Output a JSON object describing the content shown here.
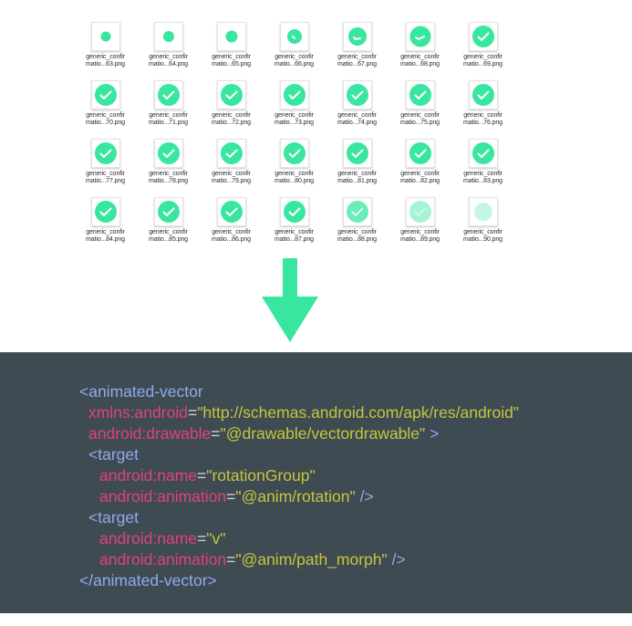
{
  "colors": {
    "accent": "#39e6a0",
    "panel": "#3f4b52",
    "tag": "#8fa9ee",
    "attribute": "#e0427a",
    "value": "#c6c63c"
  },
  "files": [
    {
      "label1": "generic_confir",
      "label2": "matio...63.png",
      "stage": 0
    },
    {
      "label1": "generic_confir",
      "label2": "matio...64.png",
      "stage": 1
    },
    {
      "label1": "generic_confir",
      "label2": "matio...65.png",
      "stage": 2
    },
    {
      "label1": "generic_confir",
      "label2": "matio...66.png",
      "stage": 3
    },
    {
      "label1": "generic_confir",
      "label2": "matio...67.png",
      "stage": 4
    },
    {
      "label1": "generic_confir",
      "label2": "matio...68.png",
      "stage": 5
    },
    {
      "label1": "generic_confir",
      "label2": "matio...69.png",
      "stage": 6
    },
    {
      "label1": "generic_confir",
      "label2": "matio...70.png",
      "stage": 7
    },
    {
      "label1": "generic_confir",
      "label2": "matio...71.png",
      "stage": 7
    },
    {
      "label1": "generic_confir",
      "label2": "matio...72.png",
      "stage": 7
    },
    {
      "label1": "generic_confir",
      "label2": "matio...73.png",
      "stage": 7
    },
    {
      "label1": "generic_confir",
      "label2": "matio...74.png",
      "stage": 7
    },
    {
      "label1": "generic_confir",
      "label2": "matio...75.png",
      "stage": 7
    },
    {
      "label1": "generic_confir",
      "label2": "matio...76.png",
      "stage": 7
    },
    {
      "label1": "generic_confir",
      "label2": "matio...77.png",
      "stage": 7
    },
    {
      "label1": "generic_confir",
      "label2": "matio...78.png",
      "stage": 7
    },
    {
      "label1": "generic_confir",
      "label2": "matio...79.png",
      "stage": 7
    },
    {
      "label1": "generic_confir",
      "label2": "matio...80.png",
      "stage": 7
    },
    {
      "label1": "generic_confir",
      "label2": "matio...81.png",
      "stage": 7
    },
    {
      "label1": "generic_confir",
      "label2": "matio...82.png",
      "stage": 7
    },
    {
      "label1": "generic_confir",
      "label2": "matio...83.png",
      "stage": 7
    },
    {
      "label1": "generic_confir",
      "label2": "matio...84.png",
      "stage": 7
    },
    {
      "label1": "generic_confir",
      "label2": "matio...85.png",
      "stage": 7
    },
    {
      "label1": "generic_confir",
      "label2": "matio...86.png",
      "stage": 7
    },
    {
      "label1": "generic_confir",
      "label2": "matio...87.png",
      "stage": 7
    },
    {
      "label1": "generic_confir",
      "label2": "matio...88.png",
      "stage": 8
    },
    {
      "label1": "generic_confir",
      "label2": "matio...89.png",
      "stage": 9
    },
    {
      "label1": "generic_confir",
      "label2": "matio...90.png",
      "stage": 10
    }
  ],
  "code": {
    "open_tag": "<animated-vector",
    "ns_attr": "xmlns:android",
    "ns_value": "\"http://schemas.android.com/apk/res/android\"",
    "drawable_attr": "android:drawable",
    "drawable_value": "\"@drawable/vectordrawable\"",
    "tag_close": " >",
    "target1_tag": "<target",
    "target1_name_attr": "android:name",
    "target1_name_value": "\"rotationGroup\"",
    "target1_anim_attr": "android:animation",
    "target1_anim_value": "\"@anim/rotation\"",
    "target_self_close": " />",
    "target2_tag": "<target",
    "target2_name_attr": "android:name",
    "target2_name_value": "\"v\"",
    "target2_anim_attr": "android:animation",
    "target2_anim_value": "\"@anim/path_morph\"",
    "close_tag": "</animated-vector>",
    "equals": "="
  }
}
